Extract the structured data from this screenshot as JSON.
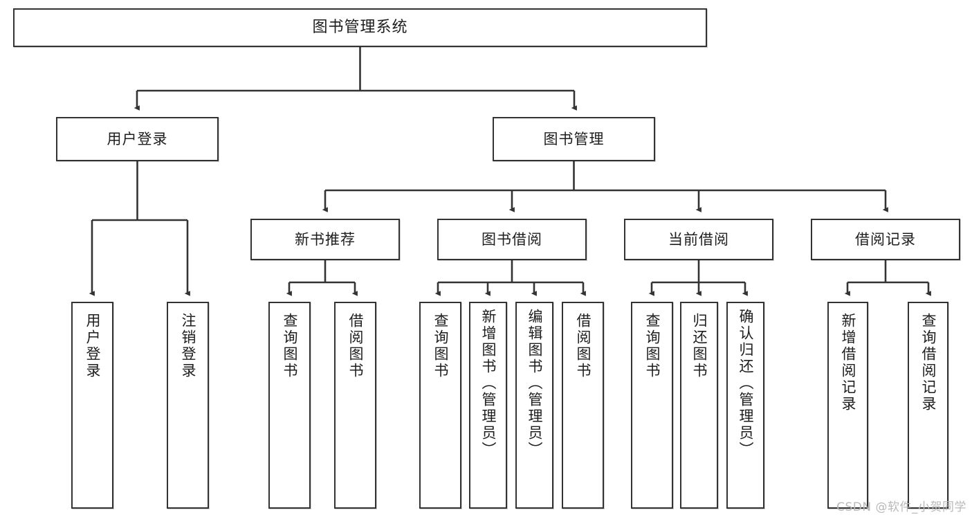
{
  "diagram": {
    "type": "tree-hierarchy",
    "title": "图书管理系统",
    "watermark": "CSDN @软件_小贺同学",
    "colors": {
      "box_border": "#333333",
      "box_fill": "#ffffff",
      "connector": "#333333",
      "text": "#1d1d1d",
      "watermark": "#b9b9b9"
    },
    "nodes": {
      "root": {
        "label": "图书管理系统"
      },
      "level2": [
        {
          "id": "user-login",
          "label": "用户登录"
        },
        {
          "id": "book-manage",
          "label": "图书管理"
        }
      ],
      "level3": [
        {
          "id": "new-book-recommend",
          "label": "新书推荐"
        },
        {
          "id": "book-borrow",
          "label": "图书借阅"
        },
        {
          "id": "current-borrow",
          "label": "当前借阅"
        },
        {
          "id": "borrow-record",
          "label": "借阅记录"
        }
      ],
      "leaves": {
        "user-login": [
          {
            "id": "leaf-user-login",
            "label": "用户登录"
          },
          {
            "id": "leaf-logout-login",
            "label": "注销登录"
          }
        ],
        "new-book-recommend": [
          {
            "id": "leaf-query-book-1",
            "label": "查询图书"
          },
          {
            "id": "leaf-borrow-book-1",
            "label": "借阅图书"
          }
        ],
        "book-borrow": [
          {
            "id": "leaf-query-book-2",
            "label": "查询图书"
          },
          {
            "id": "leaf-add-book-admin",
            "label": "新增图书（管理员）"
          },
          {
            "id": "leaf-edit-book-admin",
            "label": "编辑图书（管理员）"
          },
          {
            "id": "leaf-borrow-book-2",
            "label": "借阅图书"
          }
        ],
        "current-borrow": [
          {
            "id": "leaf-query-book-3",
            "label": "查询图书"
          },
          {
            "id": "leaf-return-book",
            "label": "归还图书"
          },
          {
            "id": "leaf-confirm-return-admin",
            "label": "确认归还（管理员）"
          }
        ],
        "borrow-record": [
          {
            "id": "leaf-add-borrow-record",
            "label": "新增借阅记录"
          },
          {
            "id": "leaf-query-borrow-record",
            "label": "查询借阅记录"
          }
        ]
      }
    }
  }
}
